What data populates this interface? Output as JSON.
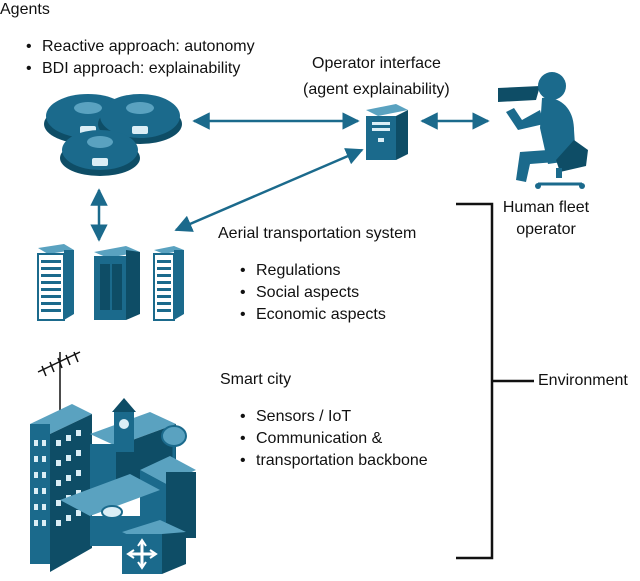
{
  "agents": {
    "title": "Agents",
    "bullets": [
      "Reactive approach: autonomy",
      "BDI approach: explainability"
    ]
  },
  "operator_interface": {
    "line1": "Operator interface",
    "line2": "(agent explainability)"
  },
  "human_operator": {
    "line1": "Human fleet",
    "line2": "operator"
  },
  "aerial": {
    "title": "Aerial transportation system",
    "bullets": [
      "Regulations",
      "Social aspects",
      "Economic aspects"
    ]
  },
  "smart_city": {
    "title": "Smart city",
    "bullets": [
      "Sensors / IoT",
      "Communication &",
      "transportation backbone"
    ]
  },
  "environment": {
    "label": "Environment"
  },
  "colors": {
    "primary": "#1b6a8c",
    "dark": "#0e4d66",
    "light": "#5aa2c0",
    "ink": "#111111"
  }
}
